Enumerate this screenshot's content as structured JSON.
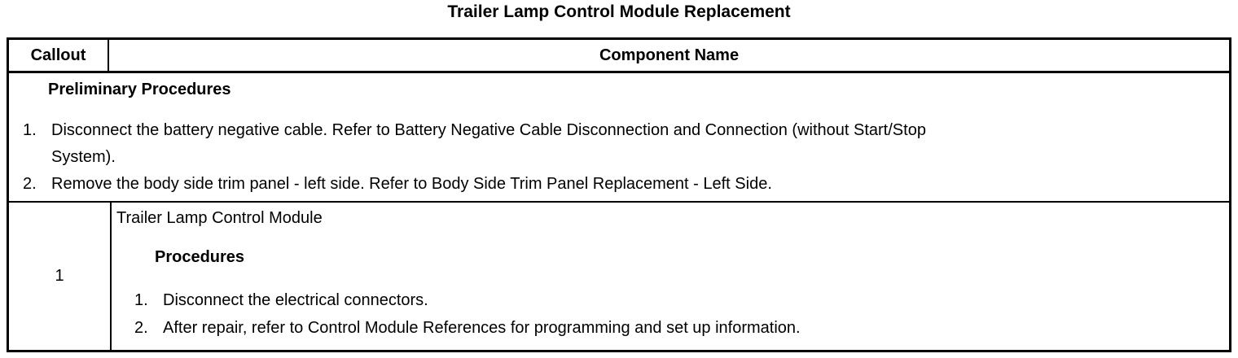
{
  "page": {
    "title": "Trailer Lamp Control Module Replacement"
  },
  "table": {
    "headers": {
      "callout": "Callout",
      "component": "Component Name"
    },
    "preliminary": {
      "heading": "Preliminary Procedures",
      "steps": [
        "Disconnect the battery negative cable. Refer to Battery Negative Cable Disconnection and Connection (without Start/Stop System).",
        "Remove the body side trim panel - left side. Refer to Body Side Trim Panel Replacement - Left Side."
      ]
    },
    "rows": [
      {
        "callout": "1",
        "component": "Trailer Lamp Control Module",
        "procedures_heading": "Procedures",
        "steps": [
          "Disconnect the electrical connectors.",
          "After repair, refer to Control Module References for programming and set up information."
        ]
      }
    ]
  },
  "colors": {
    "text": "#000000",
    "background": "#ffffff",
    "border": "#000000"
  }
}
